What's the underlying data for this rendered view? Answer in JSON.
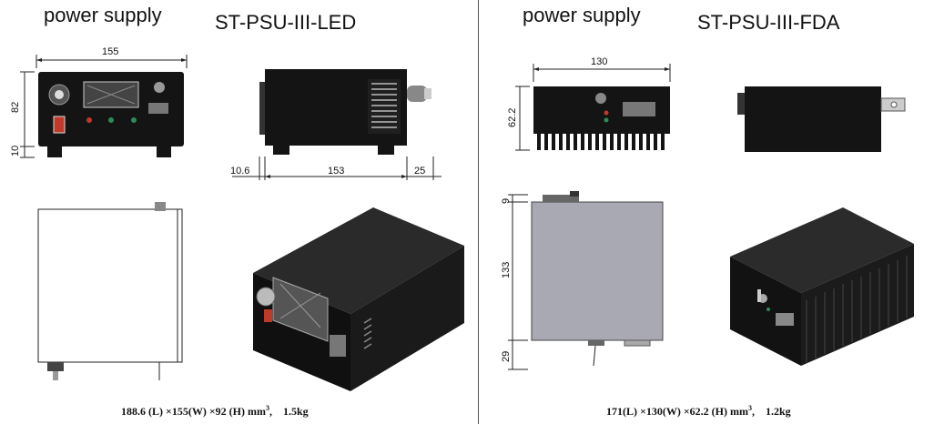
{
  "left": {
    "heading": "power supply",
    "model": "ST-PSU-III-LED",
    "dims": {
      "width": "155",
      "height": "82",
      "foot": "10",
      "side_front": "10.6",
      "side_length": "153",
      "side_knob": "25"
    },
    "spec": {
      "text": "188.6 (L) ×155(W) ×92 (H) mm",
      "sup": "3",
      "weight": ",    1.5kg"
    }
  },
  "right": {
    "heading": "power supply",
    "model": "ST-PSU-III-FDA",
    "dims": {
      "width": "130",
      "height": "62.2",
      "top_offset": "9",
      "top_depth": "133",
      "bottom_offset": "29"
    },
    "spec": {
      "text": "171(L) ×130(W) ×62.2 (H) mm",
      "sup": "3",
      "weight": ",    1.2kg"
    }
  },
  "colors": {
    "body_dark": "#141414",
    "top_grey": "#a9a9b3",
    "accent_red": "#c0392b"
  }
}
